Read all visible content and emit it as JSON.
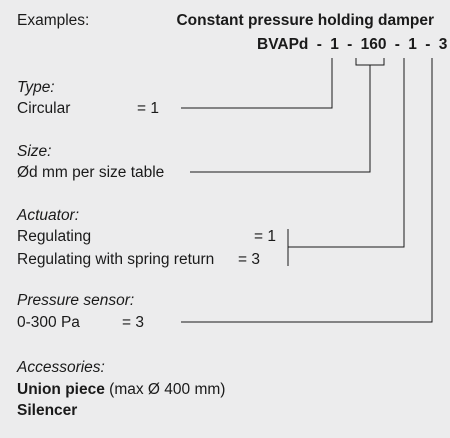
{
  "header": {
    "examples_label": "Examples:",
    "product_title": "Constant pressure holding damper",
    "code": {
      "prefix": "BVAPd",
      "sep": "-",
      "type": "1",
      "size": "160",
      "actuator": "1",
      "sensor": "3"
    }
  },
  "type": {
    "heading": "Type:",
    "options": [
      {
        "label": "Circular",
        "value": "= 1"
      }
    ]
  },
  "size": {
    "heading": "Size:",
    "text": "Ød mm per size table"
  },
  "actuator": {
    "heading": "Actuator:",
    "options": [
      {
        "label": "Regulating",
        "value": "= 1"
      },
      {
        "label": "Regulating with spring return",
        "value": "= 3"
      }
    ]
  },
  "pressure_sensor": {
    "heading": "Pressure sensor:",
    "options": [
      {
        "label": "0-300 Pa",
        "value": "= 3"
      }
    ]
  },
  "accessories": {
    "heading": "Accessories:",
    "items": [
      {
        "bold": "Union piece",
        "rest": " (max Ø 400 mm)"
      },
      {
        "bold": "Silencer",
        "rest": ""
      }
    ]
  },
  "colors": {
    "background": "#ececed",
    "text": "#1a1a1a",
    "lines": "#1a1a1a"
  }
}
